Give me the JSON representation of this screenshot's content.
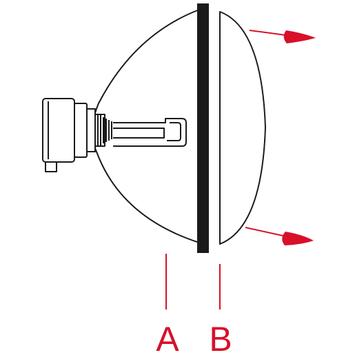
{
  "diagram": {
    "labels": {
      "a": "A",
      "b": "B"
    },
    "parts": {
      "a": "headlamp-reflector",
      "b": "front-lens"
    },
    "light_direction_indicators": 2
  },
  "colors": {
    "line": "#1a1a1a",
    "accent": "#d8102a",
    "background": "#ffffff"
  }
}
